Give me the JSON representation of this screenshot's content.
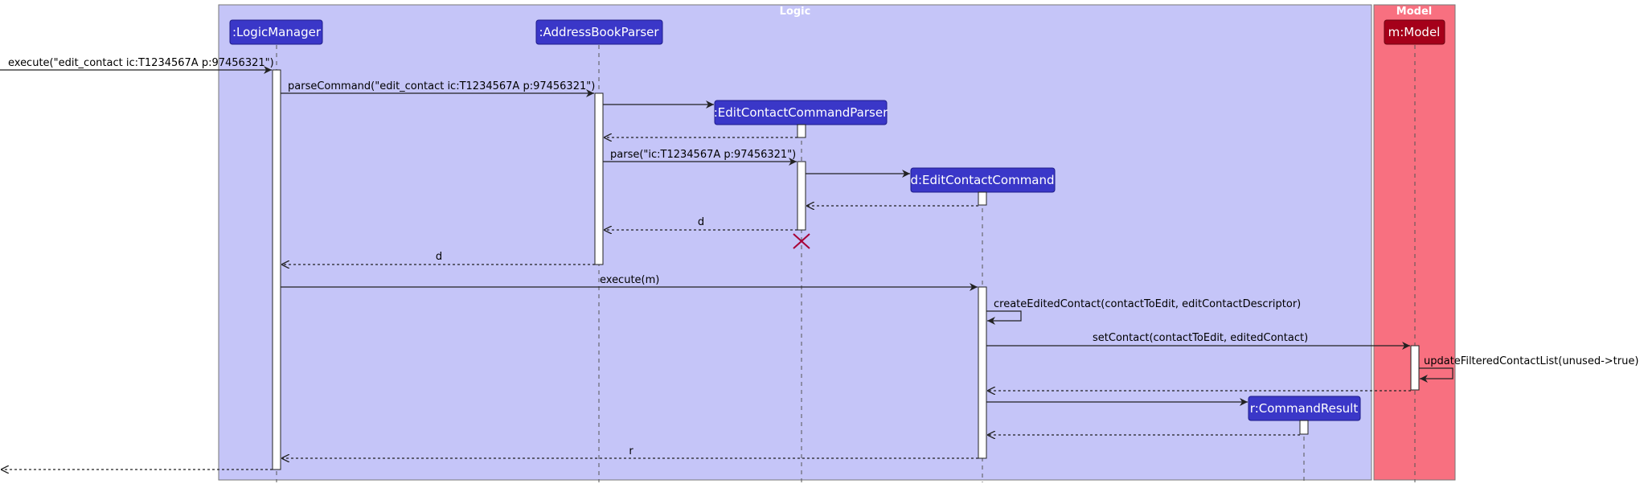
{
  "groups": {
    "logic": {
      "title": "Logic",
      "color": "#c5c5f8"
    },
    "model": {
      "title": "Model",
      "color": "#f87080"
    }
  },
  "participants": [
    {
      "id": "logicManager",
      "label": ":LogicManager",
      "color": "#3a37c8"
    },
    {
      "id": "parser",
      "label": ":AddressBookParser",
      "color": "#3a37c8"
    },
    {
      "id": "ecParser",
      "label": ":EditContactCommandParser",
      "color": "#3a37c8"
    },
    {
      "id": "ecCommand",
      "label": "d:EditContactCommand",
      "color": "#3a37c8"
    },
    {
      "id": "cmdResult",
      "label": "r:CommandResult",
      "color": "#3a37c8"
    },
    {
      "id": "model",
      "label": "m:Model",
      "color": "#a5001a"
    }
  ],
  "messages": {
    "m1": "execute(\"edit_contact ic:T1234567A p:97456321\")",
    "m2": "parseCommand(\"edit_contact ic:T1234567A p:97456321\")",
    "m3": "parse(\"ic:T1234567A p:97456321\")",
    "m4": "d",
    "m5": "d",
    "m6": "execute(m)",
    "m7": "createEditedContact(contactToEdit, editContactDescriptor)",
    "m8": "setContact(contactToEdit, editedContact)",
    "m9": "updateFilteredContactList(unused->true)",
    "m10": "r"
  }
}
